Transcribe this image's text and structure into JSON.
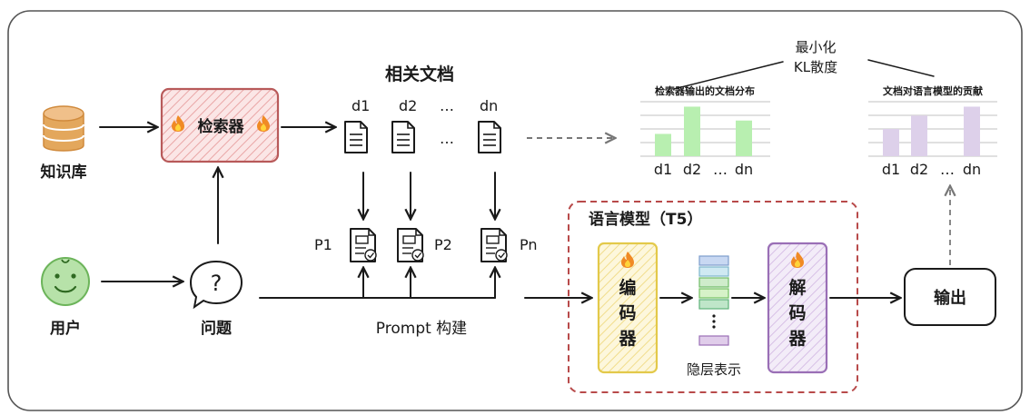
{
  "nodes": {
    "knowledge_base": "知识库",
    "retriever": "检索器",
    "user": "用户",
    "question": "问题",
    "output": "输出"
  },
  "docs": {
    "title": "相关文档",
    "labels": [
      "d1",
      "d2",
      "…",
      "dn"
    ],
    "prompt_labels": [
      "P1",
      "P2",
      "Pn"
    ],
    "ellipsis": "…"
  },
  "prompt_build": "Prompt 构建",
  "language_model": {
    "title": "语言模型（T5）",
    "encoder": [
      "编",
      "码",
      "器"
    ],
    "decoder": [
      "解",
      "码",
      "器"
    ],
    "hidden": "隐层表示"
  },
  "kl": {
    "line1": "最小化",
    "line2": "KL散度"
  },
  "chart_data": [
    {
      "type": "bar",
      "title": "检索器输出的文档分布",
      "categories": [
        "d1",
        "d2",
        "…",
        "dn"
      ],
      "values": [
        0.45,
        1.0,
        null,
        0.72
      ],
      "ylim": [
        0,
        1.1
      ],
      "grid": true,
      "color": "#b8efb0"
    },
    {
      "type": "bar",
      "title": "文档对语言模型的贡献",
      "categories": [
        "d1",
        "d2",
        "…",
        "dn"
      ],
      "values": [
        0.55,
        0.82,
        null,
        1.0
      ],
      "ylim": [
        0,
        1.1
      ],
      "grid": true,
      "color": "#ddd0ea"
    }
  ],
  "colors": {
    "retriever_fill": "#f7dcdc",
    "retriever_border": "#b85a5a",
    "db": "#e3a75c",
    "user": "#7cc46b",
    "encoder_fill": "#fbf3cf",
    "encoder_border": "#e3c94a",
    "decoder_fill": "#efe3f5",
    "decoder_border": "#9a6fb6",
    "lm_border": "#b84a4a"
  },
  "icons": [
    "fire-icon",
    "database-icon",
    "user-face-icon",
    "speech-bubble-icon",
    "document-icon",
    "prompt-document-icon"
  ]
}
